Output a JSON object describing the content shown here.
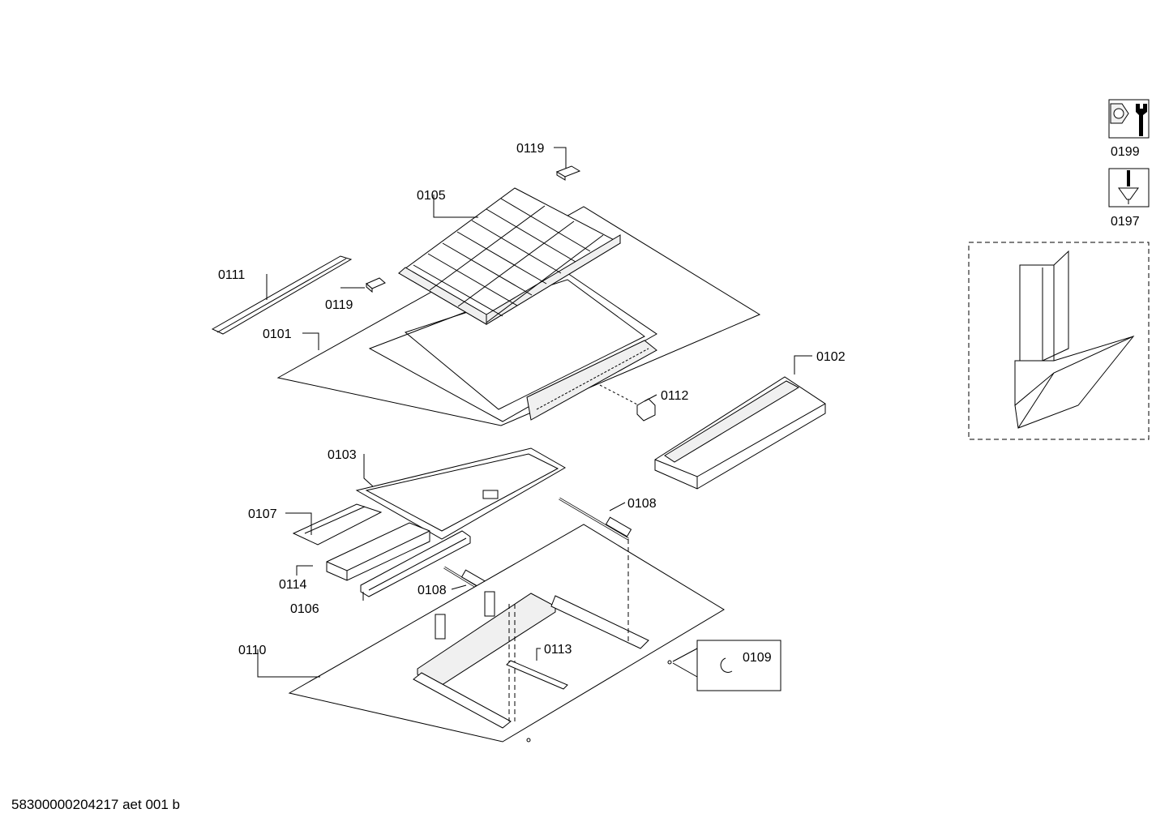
{
  "parts": {
    "p0119a": "0119",
    "p0105": "0105",
    "p0111": "0111",
    "p0119b": "0119",
    "p0101": "0101",
    "p0102": "0102",
    "p0112": "0112",
    "p0103": "0103",
    "p0107": "0107",
    "p0108a": "0108",
    "p0114": "0114",
    "p0108b": "0108",
    "p0106": "0106",
    "p0110": "0110",
    "p0113": "0113",
    "p0109": "0109",
    "p0199": "0199",
    "p0197": "0197"
  },
  "footer": "58300000204217 aet 001 b"
}
